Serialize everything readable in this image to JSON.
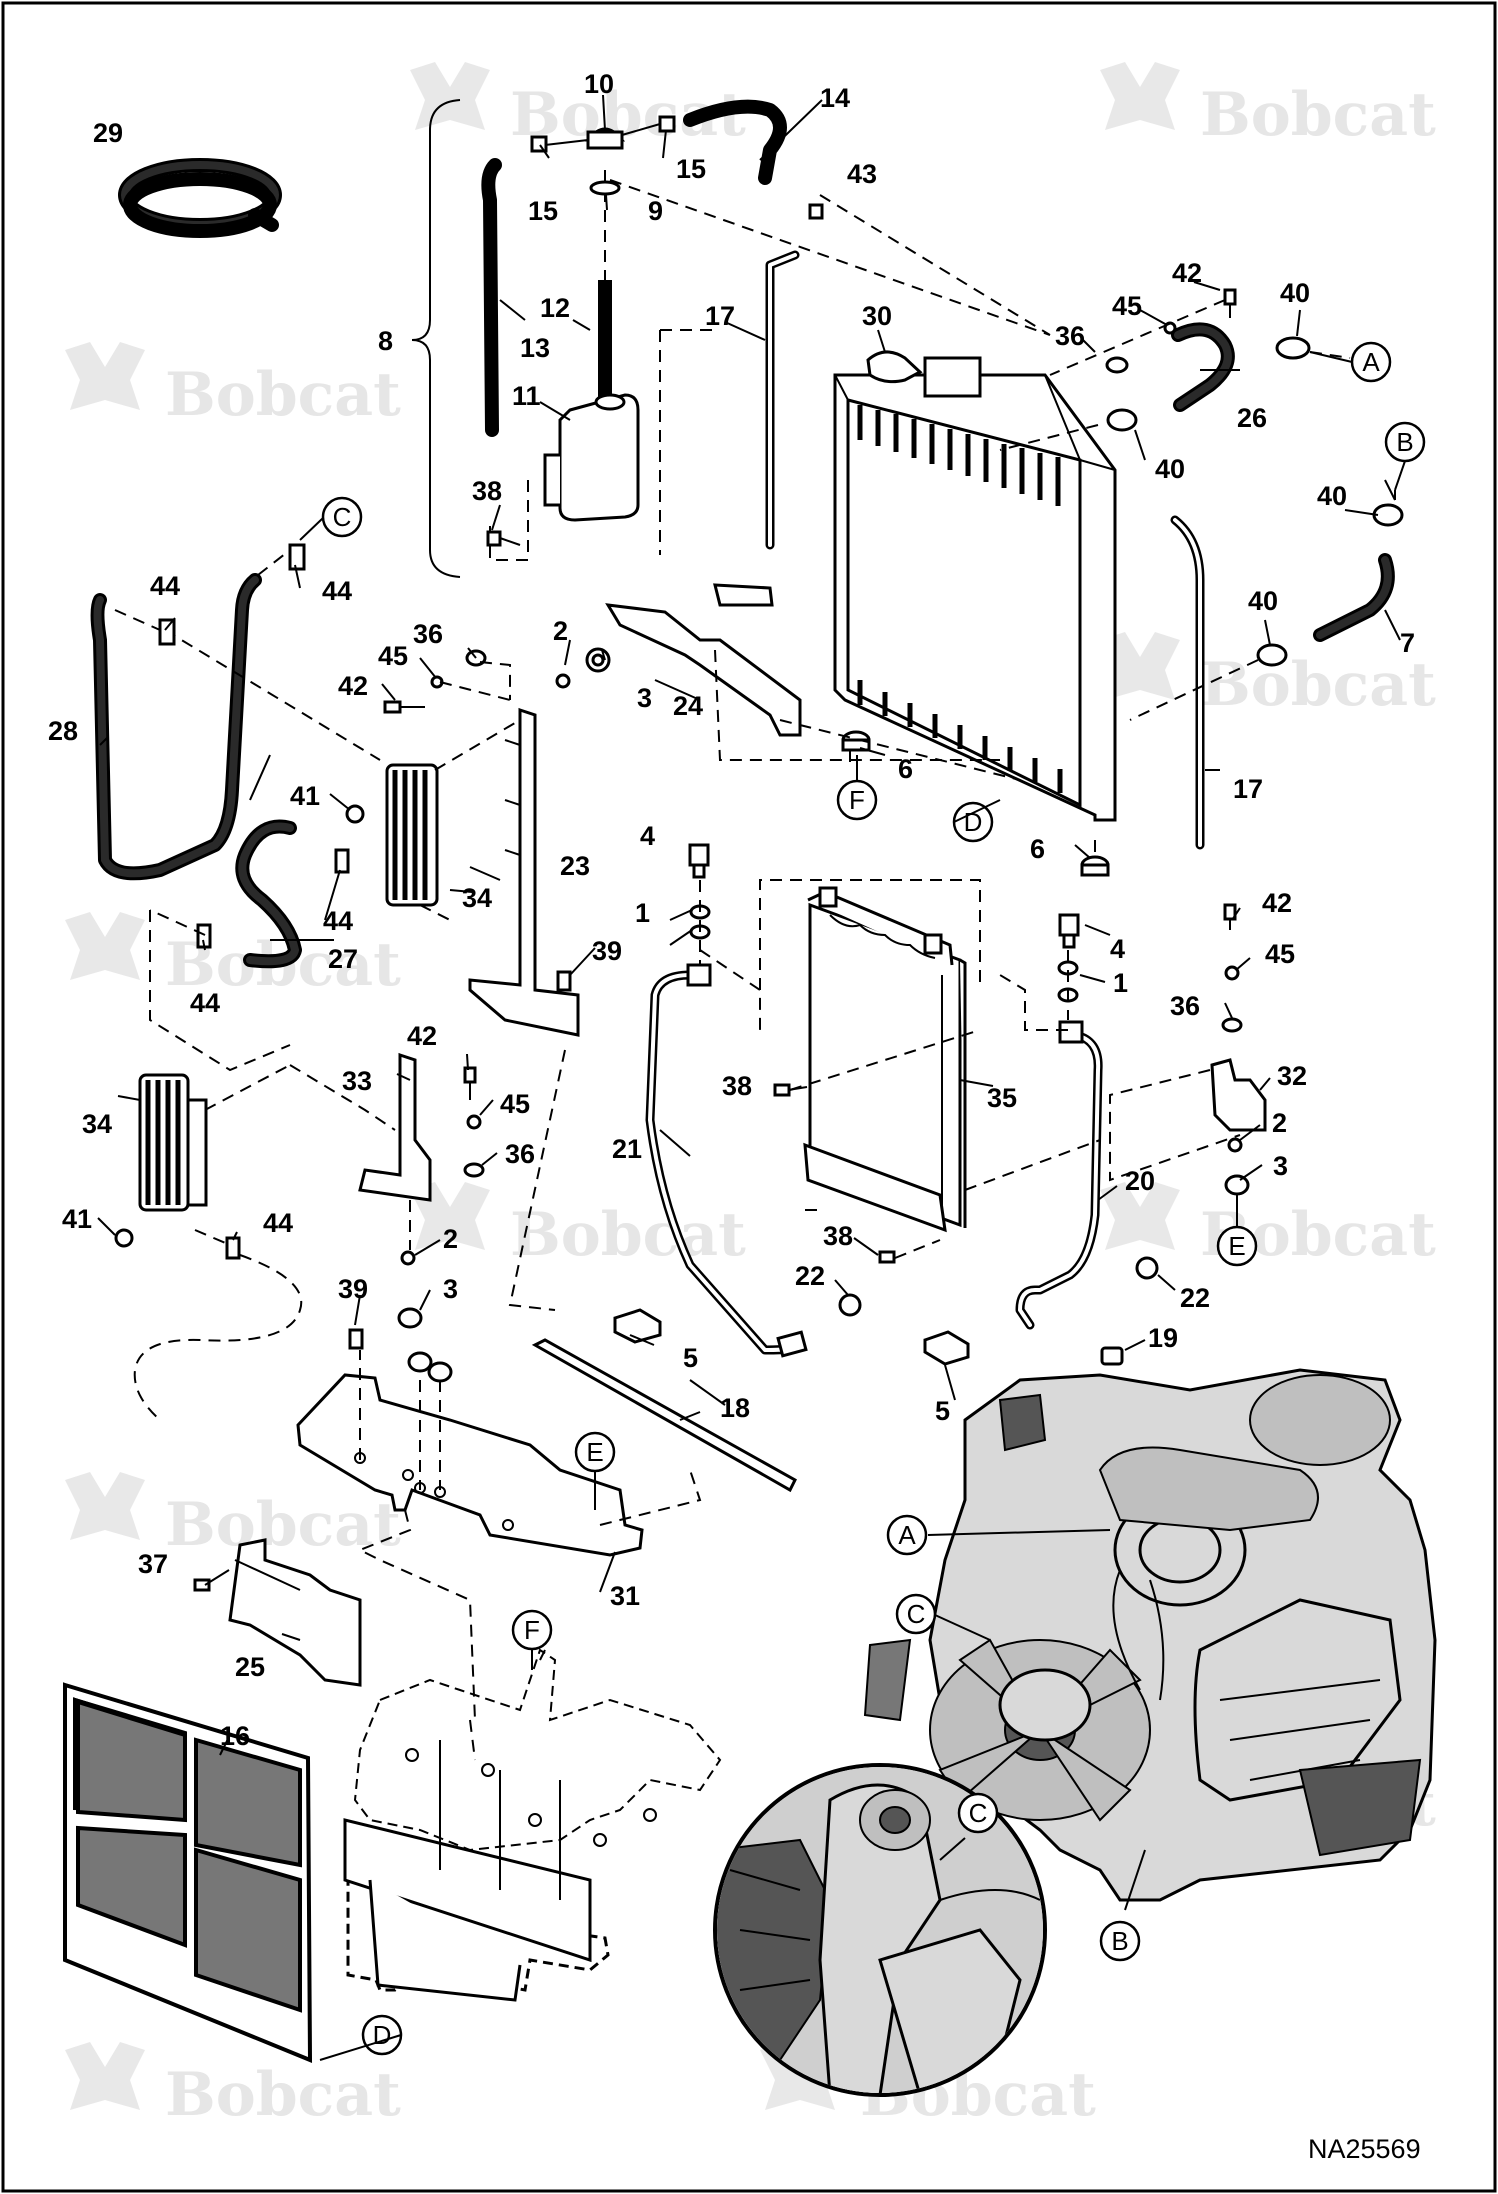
{
  "watermark": "Bobcat",
  "reference": "NA25569",
  "callout_letters": [
    "A",
    "B",
    "C",
    "D",
    "E",
    "F"
  ],
  "part_labels": [
    "1",
    "2",
    "3",
    "4",
    "5",
    "6",
    "7",
    "8",
    "9",
    "10",
    "11",
    "12",
    "13",
    "14",
    "15",
    "16",
    "17",
    "18",
    "19",
    "20",
    "21",
    "22",
    "23",
    "24",
    "25",
    "26",
    "27",
    "28",
    "29",
    "30",
    "31",
    "32",
    "33",
    "34",
    "35",
    "36",
    "37",
    "38",
    "39",
    "40",
    "41",
    "42",
    "43",
    "44",
    "45"
  ]
}
